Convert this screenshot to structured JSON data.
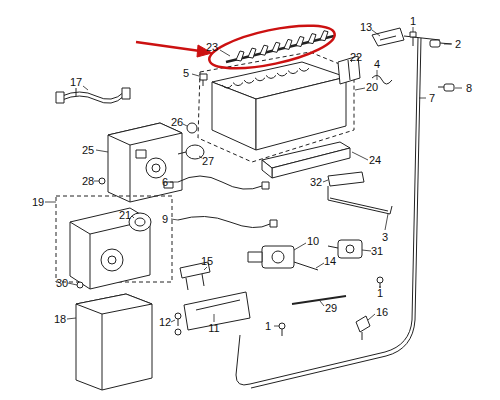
{
  "diagram": {
    "labels": [
      "23",
      "13",
      "1",
      "2",
      "22",
      "5",
      "4",
      "17",
      "20",
      "8",
      "7",
      "26",
      "25",
      "27",
      "24",
      "28",
      "6",
      "32",
      "19",
      "21",
      "9",
      "3",
      "10",
      "31",
      "15",
      "14",
      "30",
      "1",
      "29",
      "18",
      "12",
      "11",
      "1",
      "16"
    ]
  }
}
